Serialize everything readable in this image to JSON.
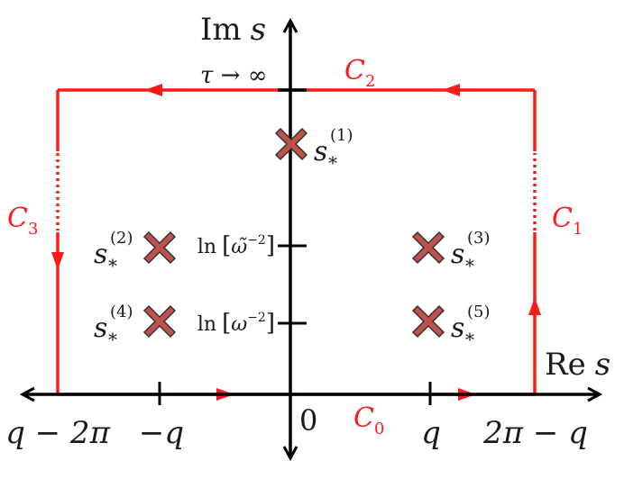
{
  "axes": {
    "im_label": {
      "main": "Im",
      "var": "s"
    },
    "re_label": {
      "main": "Re",
      "var": "s"
    },
    "origin_label": "0",
    "tau_label": "τ → ∞",
    "ticks_x": [
      "q − 2π",
      "−q",
      "q",
      "2π − q"
    ],
    "ticks_y": [
      {
        "fn": "ln",
        "open": "[",
        "sym": "ω̃",
        "exp": "−2",
        "close": "]"
      },
      {
        "fn": "ln",
        "open": "[",
        "sym": "ω",
        "exp": "−2",
        "close": "]"
      }
    ]
  },
  "contours": [
    {
      "base": "C",
      "sub": "0"
    },
    {
      "base": "C",
      "sub": "1"
    },
    {
      "base": "C",
      "sub": "2"
    },
    {
      "base": "C",
      "sub": "3"
    }
  ],
  "singularities": [
    {
      "base": "s",
      "sub": "*",
      "sup": "(1)"
    },
    {
      "base": "s",
      "sub": "*",
      "sup": "(2)"
    },
    {
      "base": "s",
      "sub": "*",
      "sup": "(3)"
    },
    {
      "base": "s",
      "sub": "*",
      "sup": "(4)"
    },
    {
      "base": "s",
      "sub": "*",
      "sup": "(5)"
    }
  ],
  "colors": {
    "contour": "#ff1a1a",
    "axis": "#000000",
    "marker_fill": "#c0504d",
    "marker_stroke": "#333333"
  }
}
